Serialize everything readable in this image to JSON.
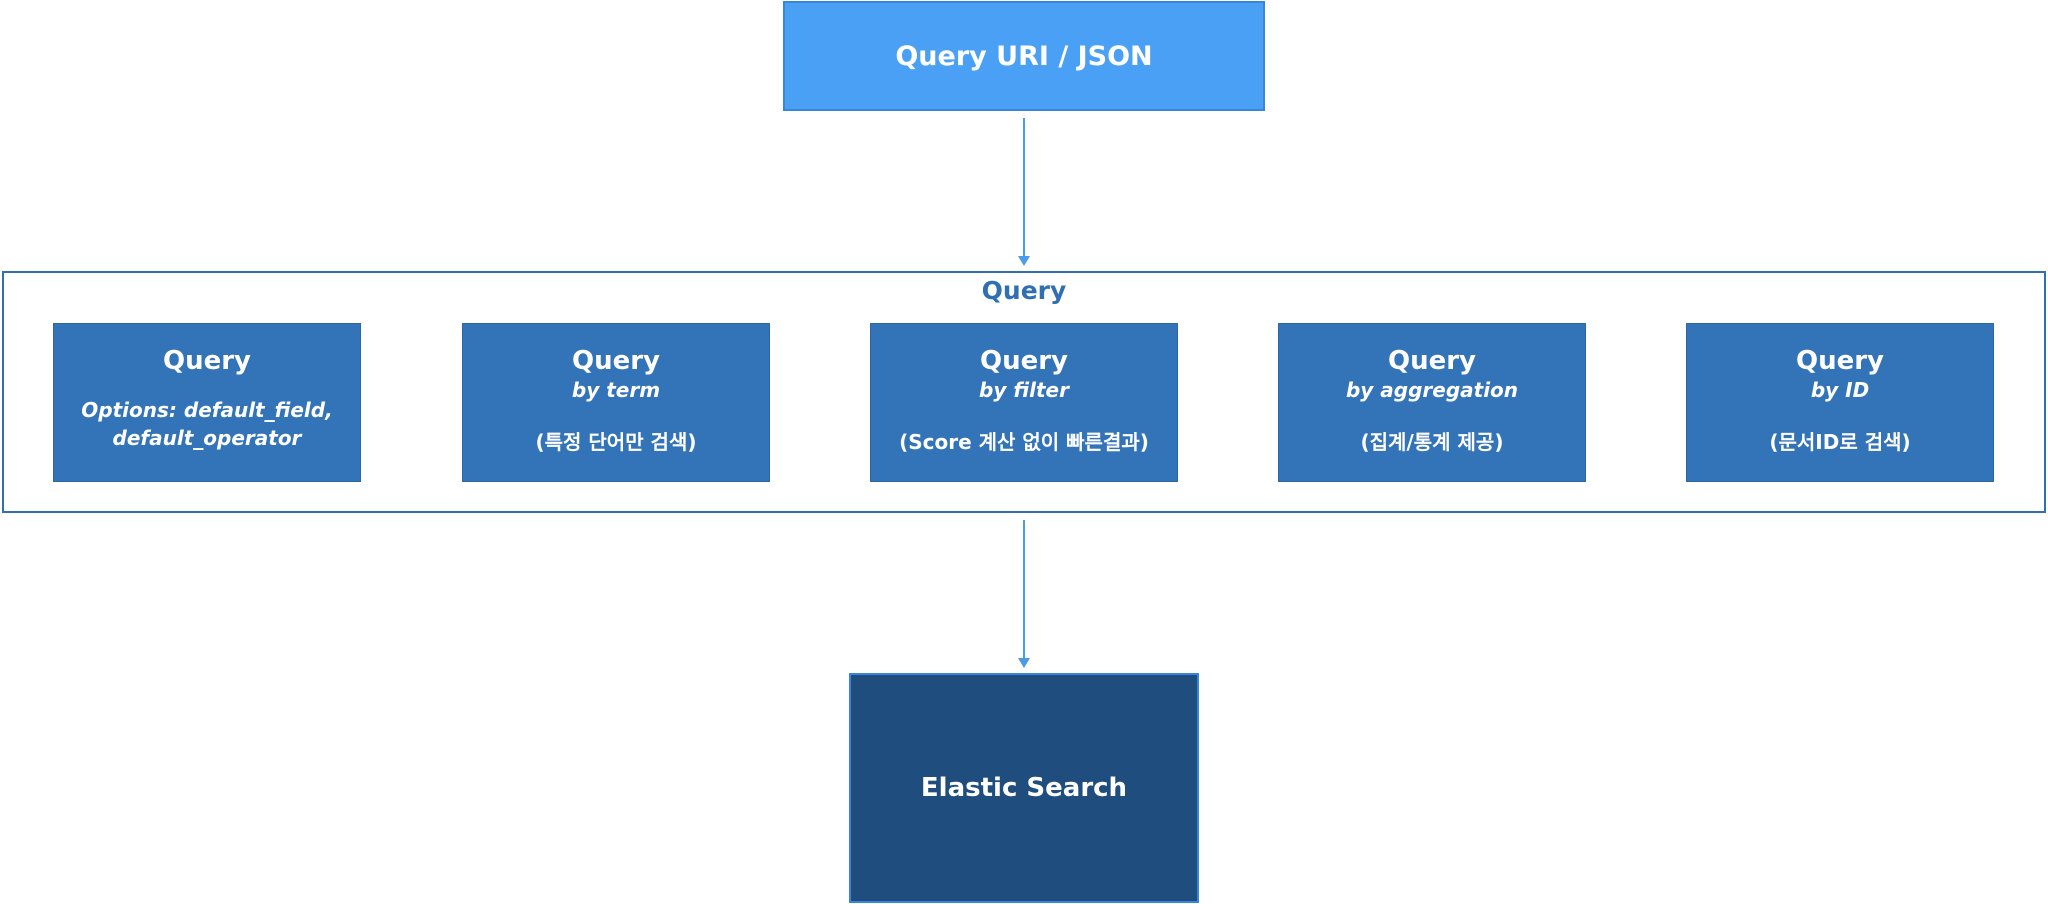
{
  "top_box": {
    "label": "Query URI / JSON"
  },
  "group": {
    "title": "Query",
    "boxes": [
      {
        "title": "Query",
        "sub": "",
        "note_line1": "Options: default_field,",
        "note_line2": "default_operator"
      },
      {
        "title": "Query",
        "sub": "by term",
        "note": "(특정 단어만 검색)"
      },
      {
        "title": "Query",
        "sub": "by filter",
        "note": "(Score 계산 없이 빠른결과)"
      },
      {
        "title": "Query",
        "sub": "by aggregation",
        "note": "(집계/통계 제공)"
      },
      {
        "title": "Query",
        "sub": "by ID",
        "note": "(문서ID로 검색)"
      }
    ]
  },
  "bottom_box": {
    "label": "Elastic Search"
  },
  "colors": {
    "top_fill": "#4aa0f5",
    "query_fill": "#3373b8",
    "frame_border": "#2f6fb2",
    "bottom_fill": "#1f4d7e",
    "arrow": "#4a9be8"
  }
}
